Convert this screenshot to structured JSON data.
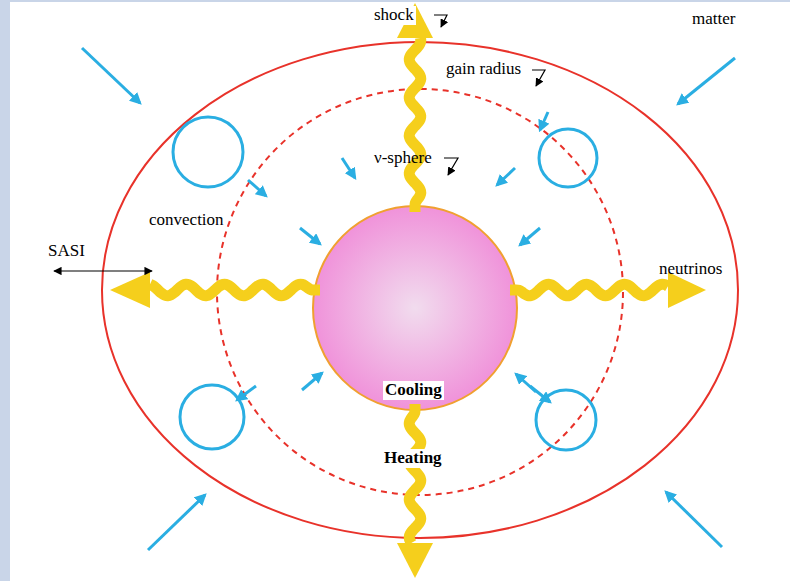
{
  "diagram": {
    "labels": [
      "shock",
      "matter",
      "gain radius",
      "ν-sphere",
      "convection",
      "SASI",
      "neutrinos",
      "Cooling",
      "Heating"
    ]
  }
}
